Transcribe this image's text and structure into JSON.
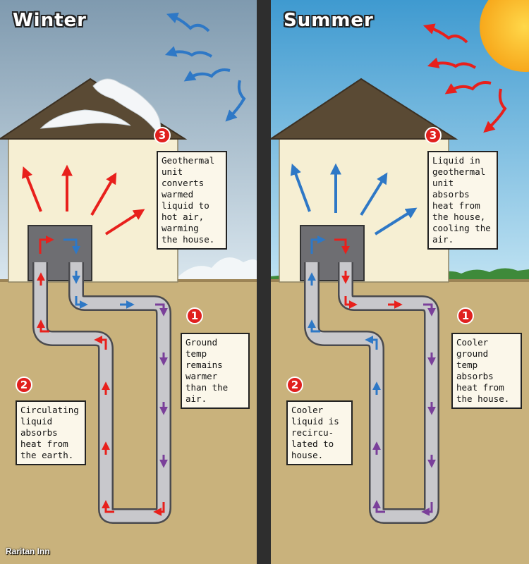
{
  "winter": {
    "title": "Winter",
    "callouts": [
      {
        "number": "1",
        "lines": [
          "Ground",
          "temp",
          "remains",
          "warmer",
          "than the",
          "air."
        ]
      },
      {
        "number": "2",
        "lines": [
          "Circulating",
          "liquid",
          "absorbs",
          "heat from",
          "the earth."
        ]
      },
      {
        "number": "3",
        "lines": [
          "Geothermal",
          "unit",
          "converts",
          "warmed",
          "liquid to",
          "hot air,",
          "warming",
          "the house."
        ]
      }
    ]
  },
  "summer": {
    "title": "Summer",
    "callouts": [
      {
        "number": "1",
        "lines": [
          "Cooler",
          "ground",
          "temp",
          "absorbs",
          "heat from",
          "the house."
        ]
      },
      {
        "number": "2",
        "lines": [
          "Cooler",
          "liquid is",
          "recircu-",
          "lated to",
          "house."
        ]
      },
      {
        "number": "3",
        "lines": [
          "Liquid in",
          "geothermal",
          "unit",
          "absorbs",
          "heat from",
          "the house,",
          "cooling the",
          "air."
        ]
      }
    ]
  },
  "credit": "Raritan Inn",
  "colors": {
    "warm_arrow": "#e8201c",
    "cool_arrow": "#2e78c6",
    "purple_arrow": "#7a3f9a",
    "ground": "#c9b27c",
    "house": "#f6efd3",
    "roof": "#5a4a34",
    "pipe": "#c8c8cc",
    "unit": "#6e6e72"
  },
  "icons": [
    "snow",
    "sun",
    "wind-arrow",
    "heat-arrow",
    "flow-arrow"
  ]
}
